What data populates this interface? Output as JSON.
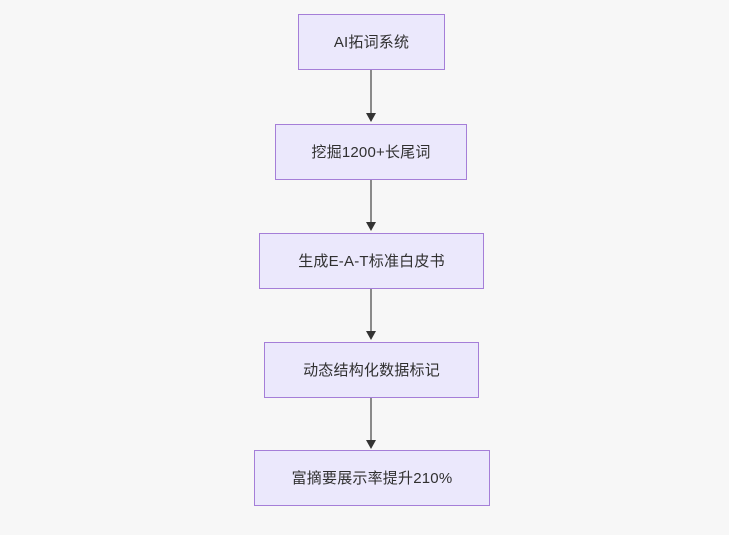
{
  "diagram": {
    "type": "flowchart",
    "direction": "top-to-bottom",
    "background_color": "#f7f7f7",
    "node_fill_color": "#ebe8fc",
    "node_border_color": "#a57ed8",
    "edge_color": "#8a8a8a",
    "arrowhead_color": "#333333",
    "text_color": "#303030",
    "nodes": [
      {
        "id": "n1",
        "label": "AI拓词系统"
      },
      {
        "id": "n2",
        "label": "挖掘1200+长尾词"
      },
      {
        "id": "n3",
        "label": "生成E-A-T标准白皮书"
      },
      {
        "id": "n4",
        "label": "动态结构化数据标记"
      },
      {
        "id": "n5",
        "label": "富摘要展示率提升210%"
      }
    ],
    "edges": [
      {
        "from": "n1",
        "to": "n2",
        "label": ""
      },
      {
        "from": "n2",
        "to": "n3",
        "label": ""
      },
      {
        "from": "n3",
        "to": "n4",
        "label": ""
      },
      {
        "from": "n4",
        "to": "n5",
        "label": ""
      }
    ]
  }
}
